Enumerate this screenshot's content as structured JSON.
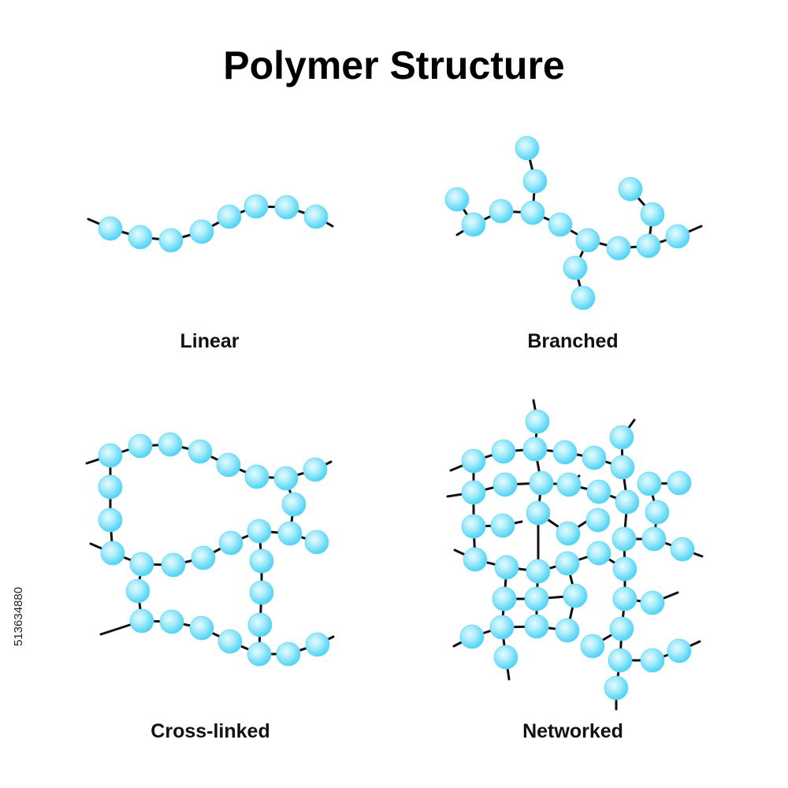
{
  "title": "Polymer Structure",
  "panels": {
    "linear": {
      "label": "Linear"
    },
    "branched": {
      "label": "Branched"
    },
    "crosslinked": {
      "label": "Cross-linked"
    },
    "networked": {
      "label": "Networked"
    }
  },
  "stock_id": "513634880",
  "colors": {
    "bead_center": "#e6fbff",
    "bead_mid": "#a9ecfb",
    "bead_edge": "#4fd3f5",
    "bond": "#111111",
    "text": "#000000"
  }
}
